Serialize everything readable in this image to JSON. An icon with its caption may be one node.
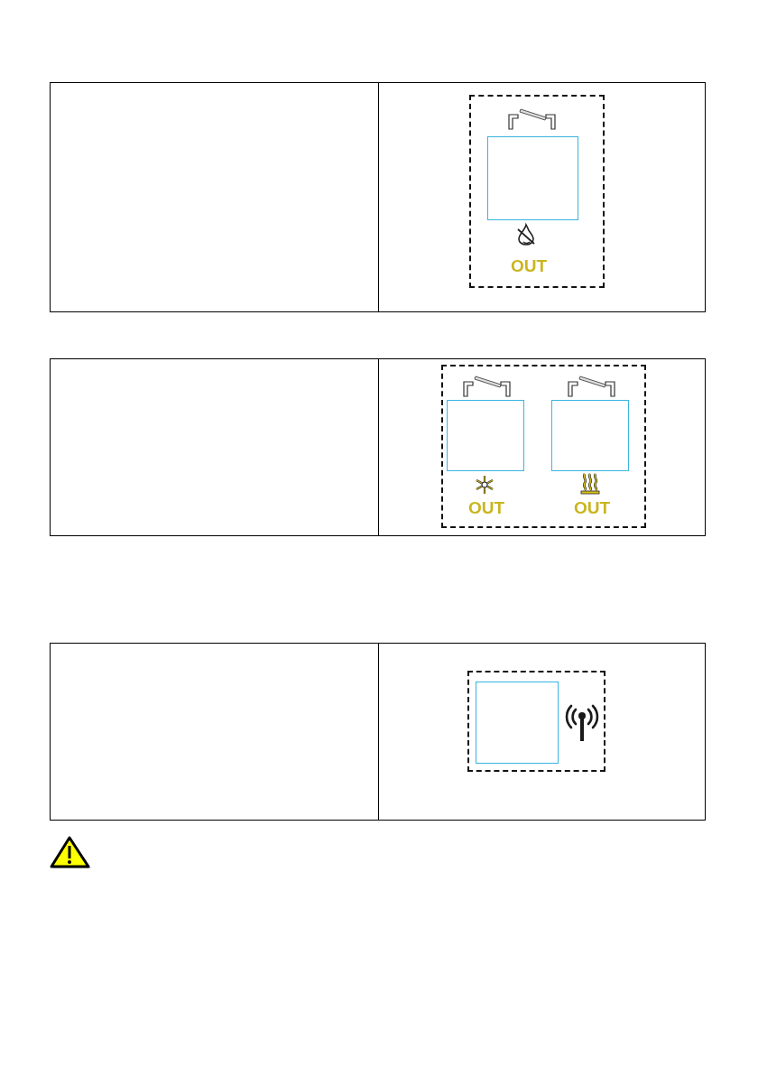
{
  "diagram": {
    "nodes": [
      {
        "text": [
          "OUT"
        ]
      },
      {
        "text": [],
        "shape": "box",
        "in": 0
      },
      {
        "text": [
          "OUT",
          "OUT"
        ]
      },
      {
        "text": [],
        "shape": "box",
        "in": 2
      },
      {
        "text": [],
        "shape": "box",
        "in": 2
      },
      {
        "text": [],
        "shape": "box"
      },
      {
        "text": [],
        "shape": "box",
        "in": 5
      }
    ]
  }
}
